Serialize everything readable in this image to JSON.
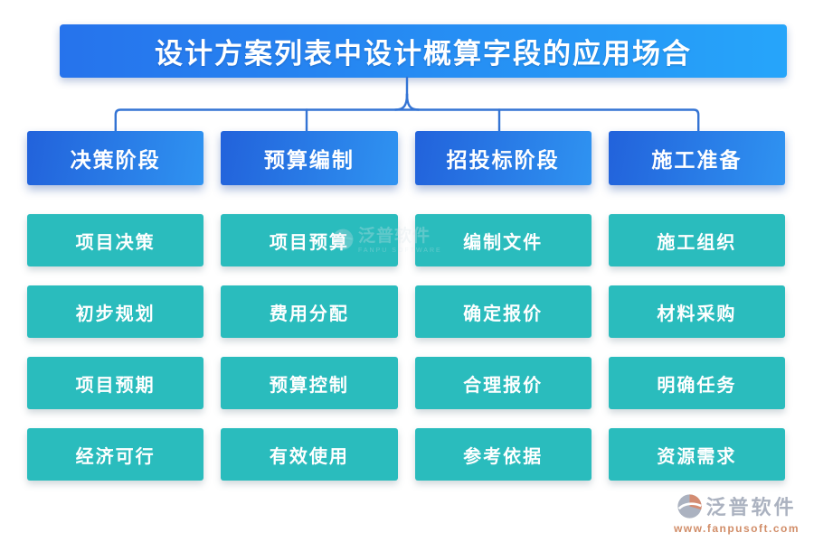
{
  "title": "设计方案列表中设计概算字段的应用场合",
  "columns": [
    {
      "header": "决策阶段",
      "items": [
        "项目决策",
        "初步规划",
        "项目预期",
        "经济可行"
      ]
    },
    {
      "header": "预算编制",
      "items": [
        "项目预算",
        "费用分配",
        "预算控制",
        "有效使用"
      ]
    },
    {
      "header": "招投标阶段",
      "items": [
        "编制文件",
        "确定报价",
        "合理报价",
        "参考依据"
      ]
    },
    {
      "header": "施工准备",
      "items": [
        "施工组织",
        "材料采购",
        "明确任务",
        "资源需求"
      ]
    }
  ],
  "watermark": {
    "brand": "泛普软件",
    "subtitle": "FANPU SOFTWARE"
  },
  "footer": {
    "brand": "泛普软件",
    "website": "www.fanpusoft.com"
  },
  "colors": {
    "title_gradient_start": "#2673EC",
    "title_gradient_end": "#26A5FA",
    "header_gradient_start": "#2262DB",
    "header_gradient_end": "#2F93F1",
    "item_teal": "#2ABCBD",
    "connector_blue": "#3474D4",
    "footer_brand_gray": "#8B95A8",
    "footer_url_orange": "#C0622F"
  }
}
